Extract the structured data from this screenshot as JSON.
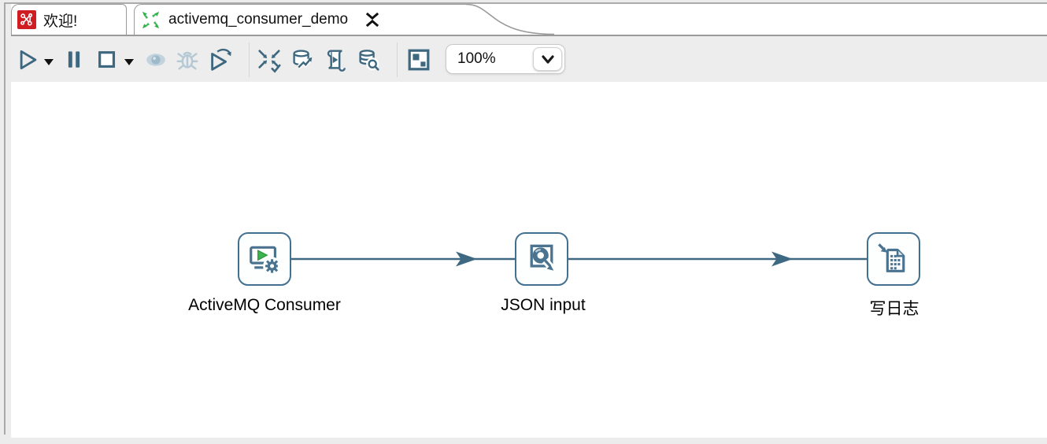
{
  "tabs": [
    {
      "label": "欢迎!",
      "icon": "pentaho-logo",
      "active": false
    },
    {
      "label": "activemq_consumer_demo",
      "icon": "transformation-icon",
      "active": true,
      "close": "close"
    }
  ],
  "toolbar": {
    "zoom_value": "100%",
    "buttons": [
      {
        "name": "run",
        "enabled": true,
        "has_dropdown": true
      },
      {
        "name": "pause",
        "enabled": true
      },
      {
        "name": "stop",
        "enabled": true,
        "has_dropdown": true
      },
      {
        "name": "preview",
        "enabled": false
      },
      {
        "name": "debug",
        "enabled": false
      },
      {
        "name": "replay",
        "enabled": true
      },
      {
        "name": "verify-transformation",
        "enabled": true
      },
      {
        "name": "impact-analysis",
        "enabled": true
      },
      {
        "name": "generate-sql",
        "enabled": true
      },
      {
        "name": "explore-database",
        "enabled": true
      },
      {
        "name": "show-execution-results",
        "enabled": true
      }
    ]
  },
  "canvas": {
    "steps": [
      {
        "label": "ActiveMQ Consumer",
        "type": "activemq-consumer"
      },
      {
        "label": "JSON input",
        "type": "json-input"
      },
      {
        "label": "写日志",
        "type": "write-log"
      }
    ],
    "connections": [
      {
        "from": "ActiveMQ Consumer",
        "to": "JSON input"
      },
      {
        "from": "JSON input",
        "to": "写日志"
      }
    ]
  },
  "colors": {
    "icon_slate": "#3e6880",
    "icon_disabled": "#b5c9d5",
    "accent_green": "#2eb34a",
    "logo_red": "#cf1d22",
    "connection": "#3f6883",
    "step_border": "#44708f"
  }
}
